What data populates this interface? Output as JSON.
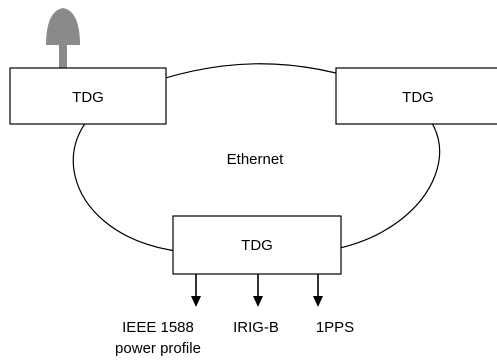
{
  "colors": {
    "antenna": "#8a8a8a",
    "stroke": "#000000",
    "background": "#ffffff"
  },
  "nodes": {
    "top_left": {
      "label": "TDG"
    },
    "top_right": {
      "label": "TDG"
    },
    "bottom": {
      "label": "TDG"
    }
  },
  "network": {
    "label": "Ethernet"
  },
  "outputs": {
    "ieee1588_line1": "IEEE 1588",
    "ieee1588_line2": "power profile",
    "irigb": "IRIG-B",
    "pps": "1PPS"
  },
  "icons": {
    "antenna": "gnss-antenna-icon"
  }
}
